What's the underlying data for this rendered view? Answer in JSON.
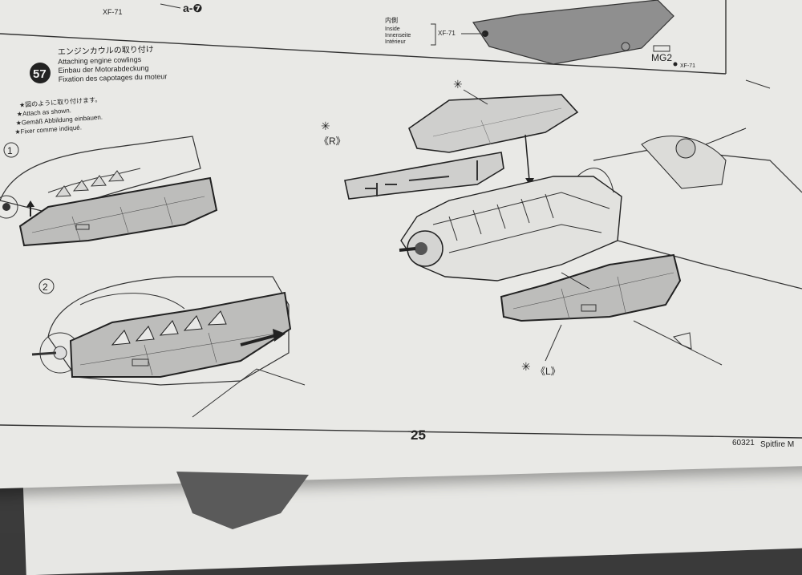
{
  "top_left_label": "XF-71",
  "top_callout": "a-❼",
  "inside_labels": [
    "内側",
    "Inside",
    "Innenseite",
    "Intérieur"
  ],
  "inside_paint": "XF-71",
  "mg_part": "MG2",
  "mg_paint": "XF-71",
  "step": {
    "number": "57",
    "titles": [
      "エンジンカウルの取り付け",
      "Attaching engine cowlings",
      "Einbau der Motorabdeckung",
      "Fixation des capotages du moteur"
    ],
    "notes": [
      "★図のように取り付けます。",
      "★Attach as shown.",
      "★Gemäß Abbildung einbauen.",
      "★Fixer comme indiqué."
    ]
  },
  "sub_steps": [
    "1",
    "2"
  ],
  "cowling_labels": {
    "right": "《R》",
    "left": "《L》"
  },
  "footer": {
    "page_number": "25",
    "code": "60321",
    "title": "Spitfire M"
  },
  "colors": {
    "paper": "#e9e9e6",
    "ink": "#222222",
    "panel_fill": "#bdbdbb",
    "desk": "#3b3b3b"
  }
}
